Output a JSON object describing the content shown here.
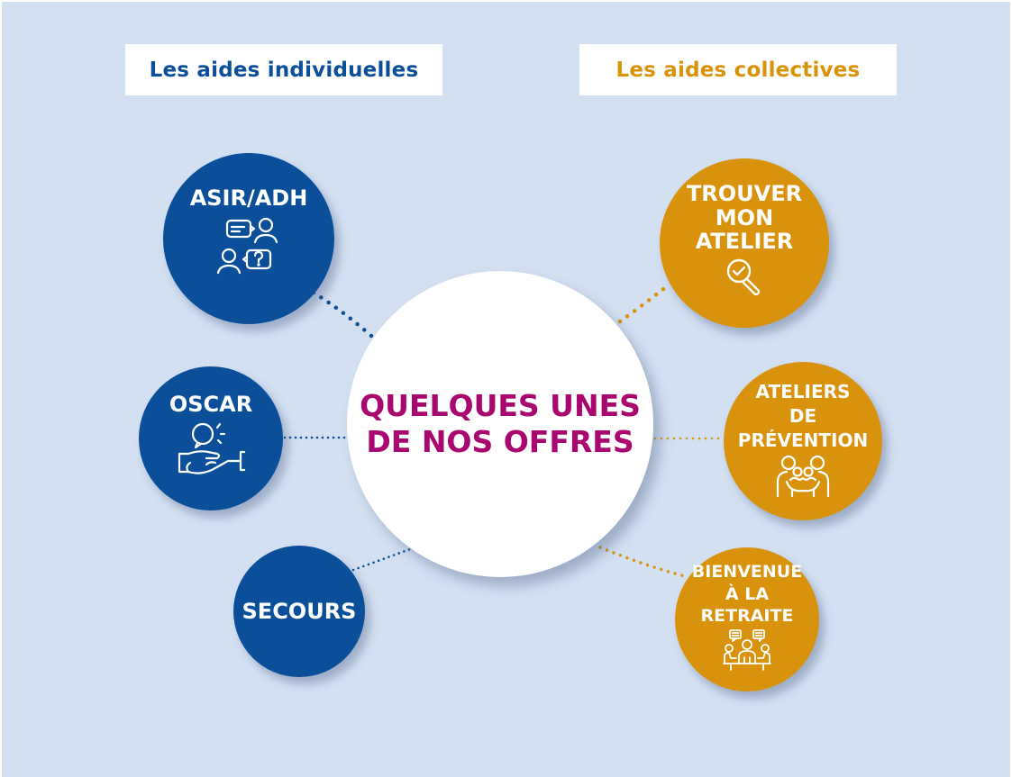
{
  "colors": {
    "background": "#d3e0f2",
    "individual_blue": "#0b4f9a",
    "collective_gold": "#d8920c",
    "center_magenta": "#a9066f",
    "center_fill": "#ffffff"
  },
  "headers": {
    "left": "Les aides individuelles",
    "right": "Les aides collectives"
  },
  "center": {
    "line1": "QUELQUES UNES",
    "line2": "DE NOS OFFRES"
  },
  "individual_aids": [
    {
      "lines": [
        "ASIR/ADH"
      ],
      "icon": "conversation-question-icon"
    },
    {
      "lines": [
        "OSCAR"
      ],
      "icon": "helping-hand-idea-icon"
    },
    {
      "lines": [
        "SECOURS"
      ],
      "icon": ""
    }
  ],
  "collective_aids": [
    {
      "lines": [
        "TROUVER",
        "MON",
        "ATELIER"
      ],
      "icon": "search-check-icon"
    },
    {
      "lines": [
        "ATELIERS",
        "DE",
        "PRÉVENTION"
      ],
      "icon": "family-icon"
    },
    {
      "lines": [
        "BIENVENUE",
        "À LA",
        "RETRAITE"
      ],
      "icon": "meeting-discussion-icon"
    }
  ]
}
